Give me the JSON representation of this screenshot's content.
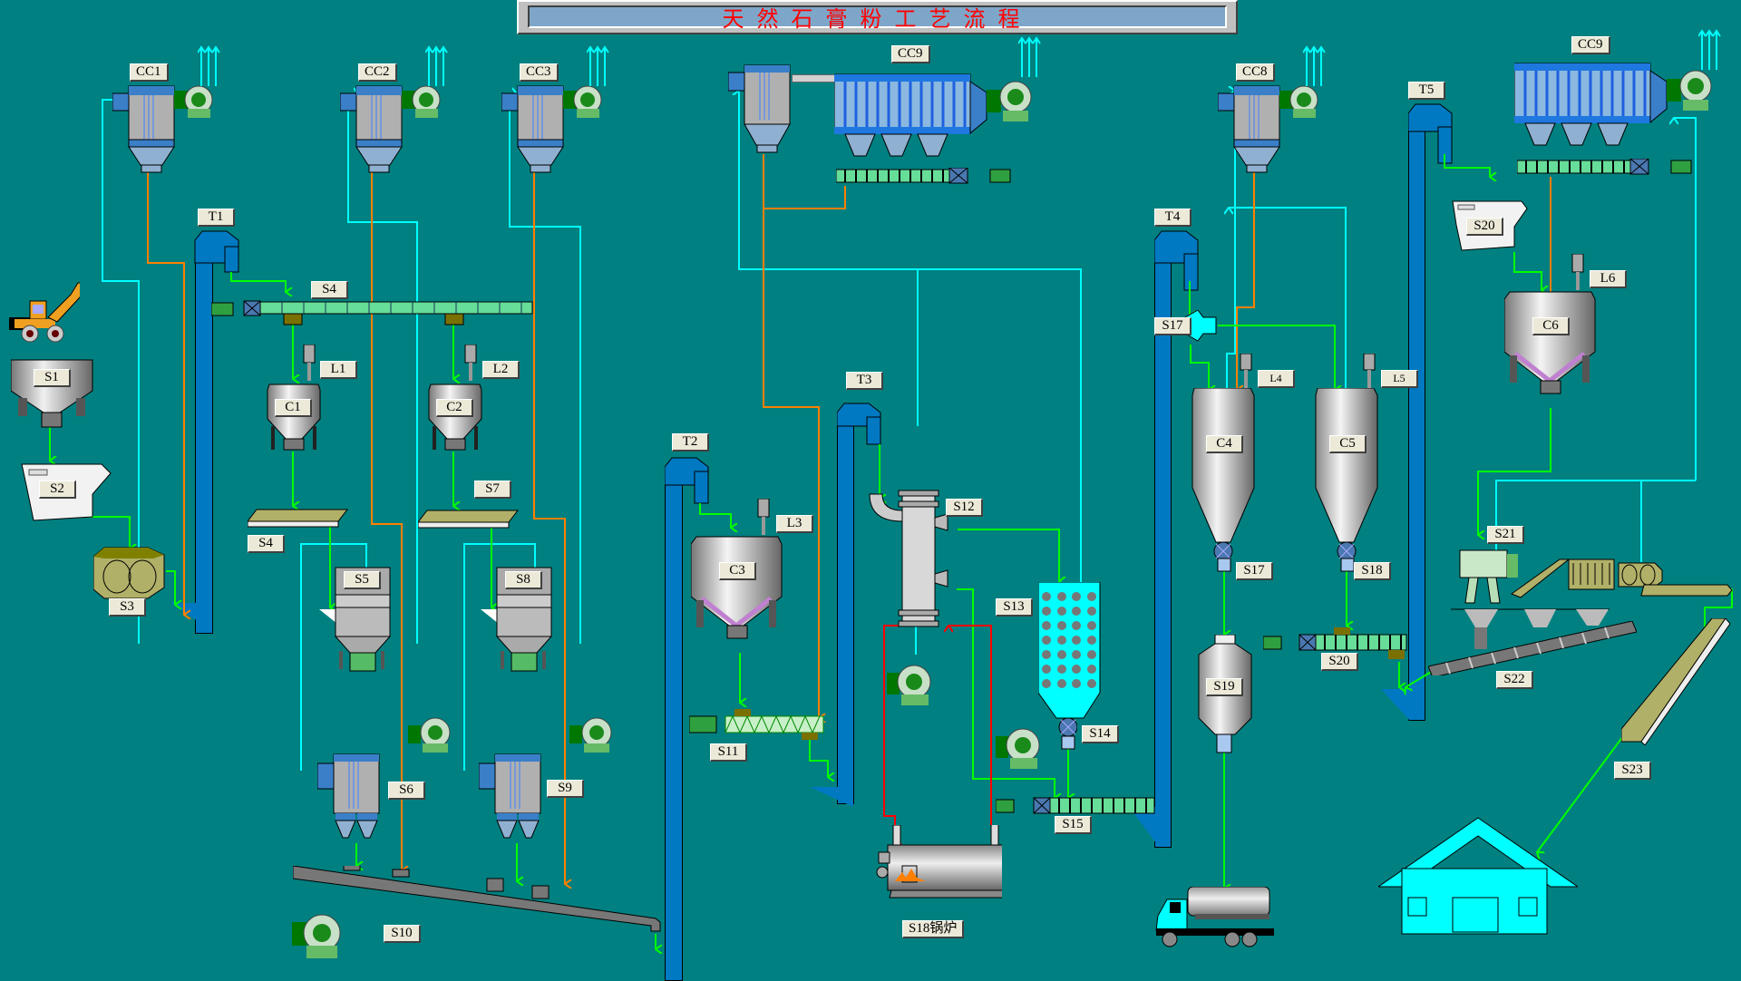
{
  "title": "天然石膏粉工艺流程",
  "colors": {
    "background": "#008080",
    "title_text": "#ff0000",
    "material_flow": "#00ff00",
    "air_flow": "#00ffff",
    "dust_return": "#ff8000",
    "hot_oil": "#ff0000",
    "elevator": "#0079c2"
  },
  "labels": {
    "cc1": "CC1",
    "cc2": "CC2",
    "cc3": "CC3",
    "cc8": "CC8",
    "cc9_mid": "CC9",
    "cc9_right": "CC9",
    "t1": "T1",
    "t2": "T2",
    "t3": "T3",
    "t4": "T4",
    "t5": "T5",
    "s1": "S1",
    "s2": "S2",
    "s3": "S3",
    "s4_top": "S4",
    "s4_belt": "S4",
    "s5": "S5",
    "s6": "S6",
    "s7": "S7",
    "s8": "S8",
    "s9": "S9",
    "s10": "S10",
    "s11": "S11",
    "s12": "S12",
    "s13": "S13",
    "s14": "S14",
    "s15": "S15",
    "s17_valve": "S17",
    "s17_feeder": "S17",
    "s18_valve": "S18",
    "s18_boiler": "S18锅炉",
    "s19": "S19",
    "s20_hopper": "S20",
    "s20_screw": "S20",
    "s21": "S21",
    "s22": "S22",
    "s23": "S23",
    "c1": "C1",
    "c2": "C2",
    "c3": "C3",
    "c4": "C4",
    "c5": "C5",
    "c6": "C6",
    "l1": "L1",
    "l2": "L2",
    "l3": "L3",
    "l4": "L4",
    "l5": "L5",
    "l6": "L6"
  }
}
